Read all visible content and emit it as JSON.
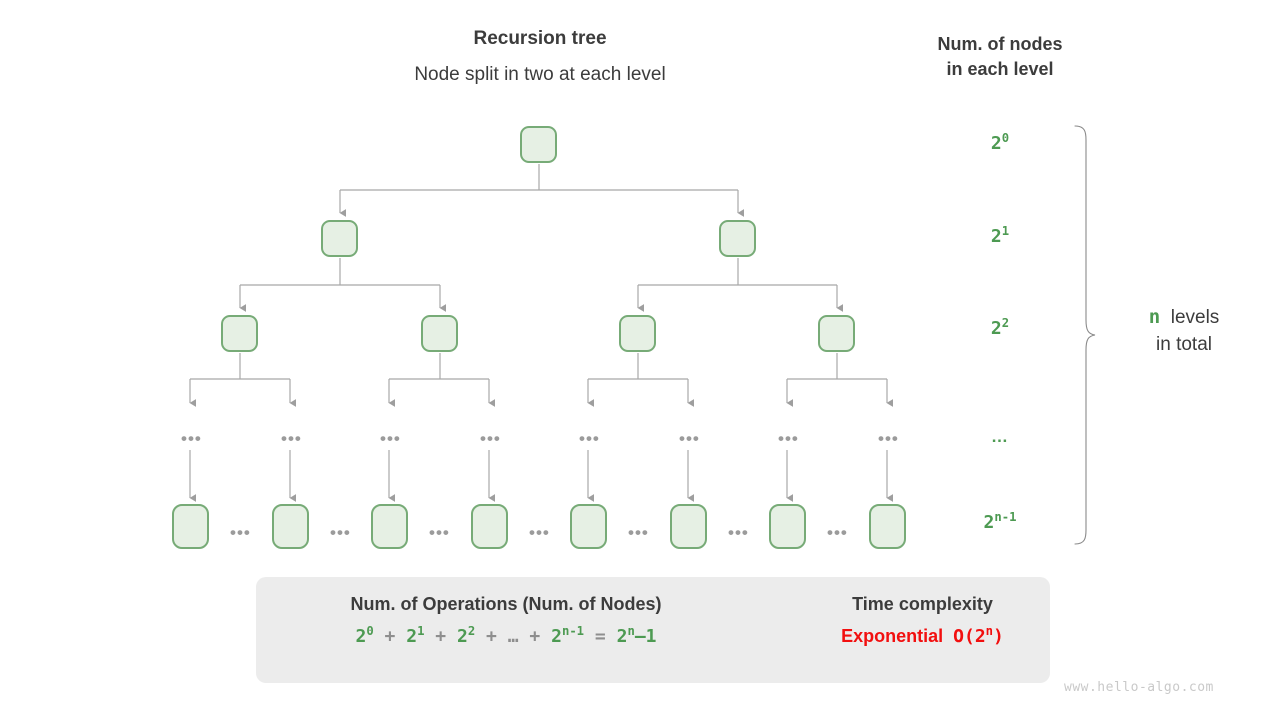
{
  "headings": {
    "title": "Recursion tree",
    "subtitle": "Node split in two at each level",
    "column_header_line1": "Num. of nodes",
    "column_header_line2": "in each level"
  },
  "levels": [
    {
      "index": 0,
      "node_count_label": "2",
      "exponent": "0",
      "nodes_drawn": 1
    },
    {
      "index": 1,
      "node_count_label": "2",
      "exponent": "1",
      "nodes_drawn": 2
    },
    {
      "index": 2,
      "node_count_label": "2",
      "exponent": "2",
      "nodes_drawn": 4
    },
    {
      "index": 3,
      "node_count_label": "…",
      "exponent": "",
      "nodes_drawn": 8
    },
    {
      "index": 4,
      "node_count_label": "2",
      "exponent": "n-1",
      "nodes_drawn": 8
    }
  ],
  "brace": {
    "variable": "n",
    "text_line1": "levels",
    "text_line2": "in total"
  },
  "ellipsis": {
    "mark": "•••",
    "small_mark": "•••"
  },
  "summary_panel": {
    "operations_title": "Num. of Operations (Num. of Nodes)",
    "formula": {
      "terms": [
        "2⁰",
        "2¹",
        "2²",
        "…",
        "2ⁿ⁻¹"
      ],
      "plus": "+",
      "equals": "=",
      "result": "2ⁿ−1",
      "full_text": "2⁰ + 2¹ + 2² + … + 2ⁿ⁻¹ = 2ⁿ−1"
    },
    "arrow": "right-arrow",
    "complexity_title": "Time complexity",
    "complexity_name": "Exponential",
    "complexity_notation": "O(2ⁿ)"
  },
  "watermark": "www.hello-algo.com",
  "colors": {
    "node_fill": "#e6f0e4",
    "node_border": "#77ab77",
    "green_text": "#4d9a52",
    "red_text": "#f20f0f",
    "gray_line": "#9e9e9e",
    "panel_bg": "#ececec",
    "dark_text": "#3c3c3c"
  }
}
